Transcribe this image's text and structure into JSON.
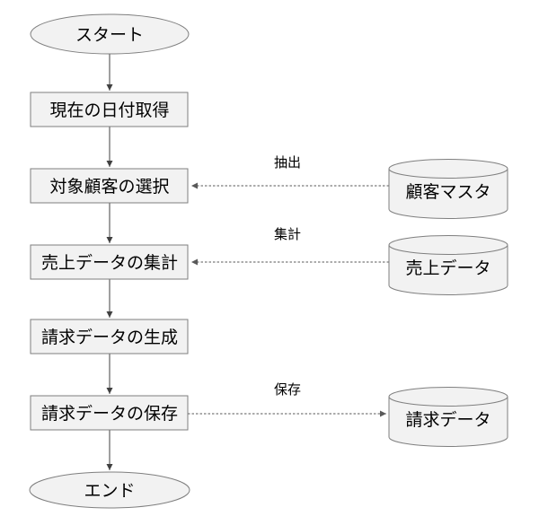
{
  "flowchart": {
    "nodes": {
      "start": {
        "label": "スタート",
        "type": "terminator"
      },
      "get_date": {
        "label": "現在の日付取得",
        "type": "process"
      },
      "select_customers": {
        "label": "対象顧客の選択",
        "type": "process"
      },
      "aggregate_sales": {
        "label": "売上データの集計",
        "type": "process"
      },
      "generate_billing": {
        "label": "請求データの生成",
        "type": "process"
      },
      "save_billing": {
        "label": "請求データの保存",
        "type": "process"
      },
      "end": {
        "label": "エンド",
        "type": "terminator"
      },
      "customer_master_db": {
        "label": "顧客マスタ",
        "type": "database"
      },
      "sales_data_db": {
        "label": "売上データ",
        "type": "database"
      },
      "billing_data_db": {
        "label": "請求データ",
        "type": "database"
      }
    },
    "edges": [
      {
        "from": "start",
        "to": "get_date",
        "style": "solid",
        "label": ""
      },
      {
        "from": "get_date",
        "to": "select_customers",
        "style": "solid",
        "label": ""
      },
      {
        "from": "select_customers",
        "to": "aggregate_sales",
        "style": "solid",
        "label": ""
      },
      {
        "from": "aggregate_sales",
        "to": "generate_billing",
        "style": "solid",
        "label": ""
      },
      {
        "from": "generate_billing",
        "to": "save_billing",
        "style": "solid",
        "label": ""
      },
      {
        "from": "save_billing",
        "to": "end",
        "style": "solid",
        "label": ""
      },
      {
        "from": "customer_master_db",
        "to": "select_customers",
        "style": "dashed",
        "label": "抽出"
      },
      {
        "from": "sales_data_db",
        "to": "aggregate_sales",
        "style": "dashed",
        "label": "集計"
      },
      {
        "from": "save_billing",
        "to": "billing_data_db",
        "style": "dashed",
        "label": "保存"
      }
    ],
    "colors": {
      "node_fill": "#f2f2f2",
      "node_border": "#7f7f7f",
      "flow_arrow": "#404040",
      "dashed_link": "#595959",
      "text": "#000000",
      "background": "#ffffff"
    }
  }
}
